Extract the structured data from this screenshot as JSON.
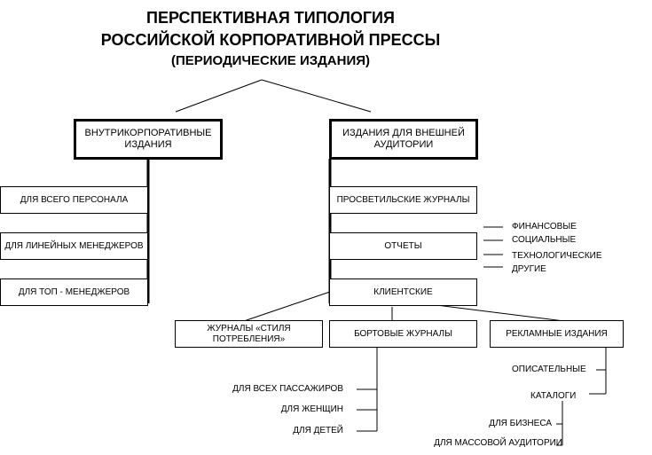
{
  "title": {
    "line1": "ПЕРСПЕКТИВНАЯ ТИПОЛОГИЯ",
    "line2": "РОССИЙСКОЙ КОРПОРАТИВНОЙ ПРЕССЫ",
    "line3": "(ПЕРИОДИЧЕСКИЕ ИЗДАНИЯ)"
  },
  "internal": {
    "label": "ВНУТРИКОРПОРАТИВНЫЕ ИЗДАНИЯ",
    "items": [
      "ДЛЯ ВСЕГО ПЕРСОНАЛА",
      "ДЛЯ ЛИНЕЙНЫХ МЕНЕДЖЕРОВ",
      "ДЛЯ ТОП - МЕНЕДЖЕРОВ"
    ]
  },
  "external": {
    "label": "ИЗДАНИЯ ДЛЯ ВНЕШНЕЙ АУДИТОРИИ",
    "items": [
      "ПРОСВЕТИЛЬСКИЕ ЖУРНАЛЫ",
      "ОТЧЕТЫ",
      "КЛИЕНТСКИЕ"
    ]
  },
  "reports_types": [
    "ФИНАНСОВЫЕ",
    "СОЦИАЛЬНЫЕ",
    "ТЕХНОЛОГИЧЕСКИЕ",
    "ДРУГИЕ"
  ],
  "client": {
    "items": [
      "ЖУРНАЛЫ «СТИЛЯ ПОТРЕБЛЕНИЯ»",
      "БОРТОВЫЕ ЖУРНАЛЫ",
      "РЕКЛАМНЫЕ ИЗДАНИЯ"
    ]
  },
  "onboard": [
    "ДЛЯ ВСЕХ ПАССАЖИРОВ",
    "ДЛЯ ЖЕНЩИН",
    "ДЛЯ ДЕТЕЙ"
  ],
  "advertising": [
    "ОПИСАТЕЛЬНЫЕ",
    "КАТАЛОГИ"
  ],
  "catalogs": [
    "ДЛЯ БИЗНЕСА",
    "ДЛЯ МАССОВОЙ АУДИТОРИИ"
  ]
}
